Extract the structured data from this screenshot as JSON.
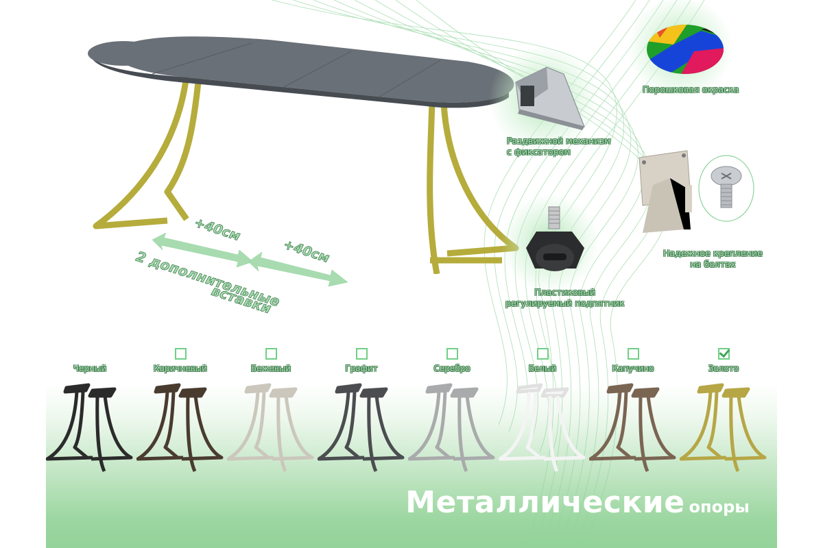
{
  "table": {
    "extensions": [
      "+40см",
      "+40см"
    ],
    "inserts_line1": "2 дополнительные",
    "inserts_line2": "вставки",
    "top_color": "#5b6168",
    "leg_color": "#b5ac3c"
  },
  "features": [
    {
      "id": "extension-mechanism",
      "label_lines": [
        "Раздвижной механизм",
        "с фиксатором"
      ]
    },
    {
      "id": "powder-coating",
      "label_lines": [
        "Порошковая окраска"
      ]
    },
    {
      "id": "bolt-mount",
      "label_lines": [
        "Надежное крепление",
        "на болтах"
      ]
    },
    {
      "id": "adjustable-foot",
      "label_lines": [
        "Пластиковый",
        "регулируемый подпятник"
      ]
    }
  ],
  "colors": [
    {
      "name": "Черный",
      "hex": "#2b2b2b",
      "has_checkbox": false,
      "checked": false
    },
    {
      "name": "Коричневый",
      "hex": "#4a3b2f",
      "has_checkbox": true,
      "checked": false
    },
    {
      "name": "Бежевый",
      "hex": "#cbc7bc",
      "has_checkbox": true,
      "checked": false
    },
    {
      "name": "Графит",
      "hex": "#4b4d50",
      "has_checkbox": true,
      "checked": false
    },
    {
      "name": "Серебро",
      "hex": "#a9aaab",
      "has_checkbox": true,
      "checked": false
    },
    {
      "name": "Белый",
      "hex": "#f4f4f4",
      "has_checkbox": true,
      "checked": false
    },
    {
      "name": "Капучино",
      "hex": "#7a6552",
      "has_checkbox": true,
      "checked": false
    },
    {
      "name": "Золото",
      "hex": "#b6a646",
      "has_checkbox": true,
      "checked": true
    }
  ],
  "title": {
    "main": "Металлические",
    "sub": "опоры"
  },
  "accent": {
    "green_outline": "#3f7b4d",
    "green_fill": "#a9dcb0",
    "check_green": "#6fcf85"
  }
}
